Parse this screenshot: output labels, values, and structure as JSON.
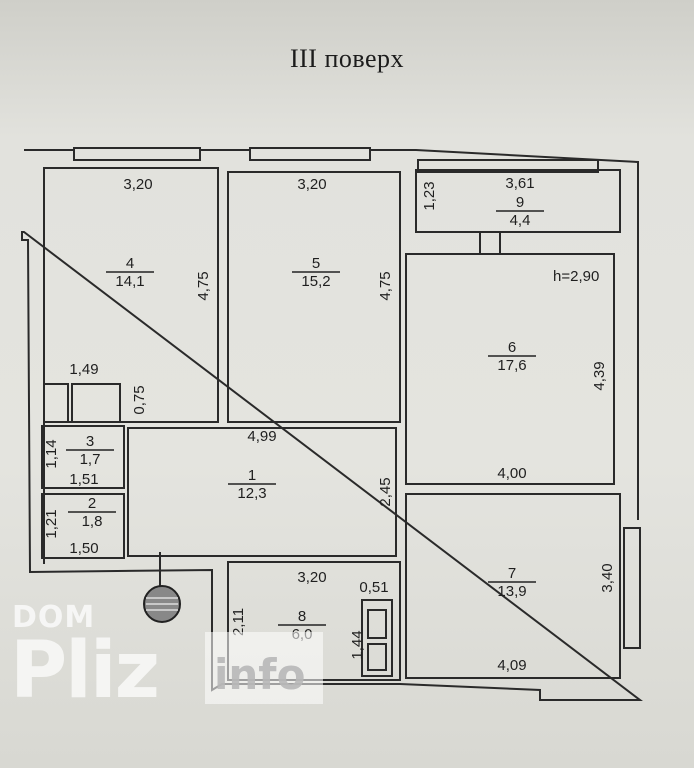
{
  "title": "III поверх",
  "height_note": "h=2,90",
  "rooms": [
    {
      "id": "1",
      "area": "12,3"
    },
    {
      "id": "2",
      "area": "1,8"
    },
    {
      "id": "3",
      "area": "1,7"
    },
    {
      "id": "4",
      "area": "14,1"
    },
    {
      "id": "5",
      "area": "15,2"
    },
    {
      "id": "6",
      "area": "17,6"
    },
    {
      "id": "7",
      "area": "13,9"
    },
    {
      "id": "8",
      "area": "6,0"
    },
    {
      "id": "9",
      "area": "4,4"
    }
  ],
  "dims": {
    "r4_w": "3,20",
    "r4_h": "4,75",
    "r5_w": "3,20",
    "r5_h": "4,75",
    "r9_w": "3,61",
    "r9_h": "1,23",
    "r6_h": "4,39",
    "r6_w": "4,00",
    "r1_w": "4,99",
    "r1_h": "2,45",
    "r7_h": "3,40",
    "r7_w": "4,09",
    "r8_w": "3,20",
    "r8_h": "2,11",
    "r8_side": "1,44",
    "r8_small": "0,51",
    "closet_w": "1,49",
    "closet_h": "0,75",
    "r3_h": "1,14",
    "r3_w": "1,51",
    "r2_h": "1,21",
    "r2_w": "1,50"
  },
  "watermark": {
    "top": "DOM",
    "main": "Pliz",
    "sub": "info"
  }
}
